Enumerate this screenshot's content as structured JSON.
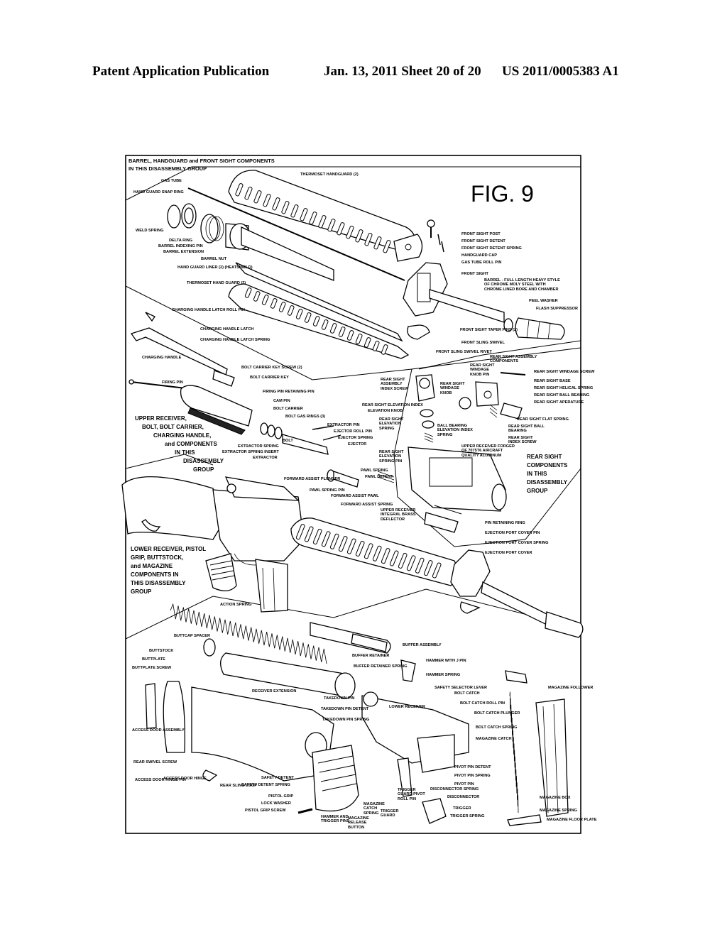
{
  "header": {
    "left": "Patent Application Publication",
    "middle": "Jan. 13, 2011  Sheet 20 of 20",
    "right": "US 2011/0005383 A1"
  },
  "figure": {
    "label": "FIG. 9",
    "groups": {
      "barrel": [
        "BARREL, HANDGUARD and FRONT SIGHT COMPONENTS",
        "IN THIS DISASSEMBLY GROUP"
      ],
      "upper": [
        "UPPER RECEIVER,",
        "BOLT, BOLT CARRIER,",
        "CHARGING HANDLE,",
        "and COMPONENTS",
        "IN THIS",
        "DISASSEMBLY",
        "GROUP"
      ],
      "rear_sight": [
        "REAR SIGHT",
        "COMPONENTS",
        "IN THIS",
        "DISASSEMBLY",
        "GROUP"
      ],
      "lower": [
        "LOWER RECEIVER, PISTOL",
        "GRIP, BUTTSTOCK,",
        "and MAGAZINE",
        "COMPONENTS IN",
        "THIS DISASSEMBLY",
        "GROUP"
      ]
    },
    "barrel_parts": {
      "gas_tube": "GAS TUBE",
      "thermoset_handguard": "THERMOSET HANDGUARD (2)",
      "hand_guard_snap_ring": "HAND GUARD SNAP RING",
      "weld_spring": "WELD SPRING",
      "delta_ring": "DELTA RING",
      "barrel_indexing_pin": "BARREL INDEXING PIN",
      "barrel_extension": "BARREL EXTENSION",
      "barrel_nut": "BARREL NUT",
      "hand_guard_liner": "HAND GUARD LINER (2) (HEATSHIELD)",
      "thermoset_hand_guard": "THERMOSET HAND GUARD (2)",
      "front_sight_post": "FRONT SIGHT POST",
      "front_sight_detent": "FRONT SIGHT DETENT",
      "front_sight_detent_spring": "FRONT SIGHT DETENT SPRING",
      "handguard_cap": "HANDGUARD CAP",
      "gas_tube_roll_pin": "GAS TUBE ROLL PIN",
      "front_sight": "FRONT SIGHT",
      "barrel": "BARREL - FULL LENGTH HEAVY STYLE OF CHROME MOLY STEEL WITH CHROME LINED BORE AND CHAMBER",
      "peel_washer": "PEEL WASHER",
      "flash_suppressor": "FLASH SUPPRESSOR",
      "front_sight_taper_pins": "FRONT SIGHT TAPER PINS (2)",
      "front_sling_swivel": "FRONT SLING SWIVEL",
      "front_sling_swivel_rivet": "FRONT SLING SWIVEL RIVET"
    },
    "upper_parts": {
      "charging_handle_latch_roll_pin": "CHARGING HANDLE LATCH ROLL PIN",
      "charging_handle_latch": "CHARGING HANDLE LATCH",
      "charging_handle_latch_spring": "CHARGING HANDLE LATCH SPRING",
      "charging_handle": "CHARGING HANDLE",
      "bolt_carrier_key_screw": "BOLT CARRIER KEY SCREW (2)",
      "bolt_carrier_key": "BOLT CARRIER KEY",
      "firing_pin": "FIRING PIN",
      "firing_pin_retaining_pin": "FIRING PIN RETAINING PIN",
      "cam_pin": "CAM PIN",
      "bolt_carrier": "BOLT CARRIER",
      "bolt_gas_rings": "BOLT GAS RINGS (3)",
      "extractor_pin": "EXTRACTOR PIN",
      "ejector_roll_pin": "EJECTOR ROLL PIN",
      "ejector_spring": "EJECTOR SPRING",
      "ejector": "EJECTOR",
      "bolt": "BOLT",
      "extractor_spring": "EXTRACTOR SPRING",
      "extractor_spring_insert": "EXTRACTOR SPRING INSERT",
      "extractor": "EXTRACTOR",
      "pawl_spring": "PAWL SPRING",
      "pawl_detent": "PAWL DETENT",
      "forward_assist_plunger": "FORWARD ASSIST PLUNGER",
      "pawl_spring_pin": "PAWL SPRING PIN",
      "forward_assist_pawl": "FORWARD ASSIST PAWL",
      "forward_assist_spring": "FORWARD ASSIST SPRING",
      "upper_receiver_deflector": "UPPER RECEIVER INTEGRAL BRASS DEFLECTOR",
      "upper_receiver_forged": "UPPER RECEIVER FORGED OF 7075T6 AIRCRAFT QUALITY ALUMINUM",
      "pin_retaining_ring": "PIN RETAINING RING",
      "ejection_port_cover_pin": "EJECTION PORT COVER PIN",
      "ejection_port_cover_spring": "EJECTION PORT COVER SPRING",
      "ejection_port_cover": "EJECTION PORT COVER"
    },
    "rear_sight_parts": {
      "rear_sight_assembly_components": "REAR SIGHT ASSEMBLY COMPONENTS",
      "rear_sight_assembly_index_screw": "REAR SIGHT ASSEMBLY INDEX SCREW",
      "rear_sight_windage_knob_pin": "REAR SIGHT WINDAGE KNOB PIN",
      "rear_sight_windage_knob": "REAR SIGHT WINDAGE KNOB",
      "rear_sight_elevation_index": "REAR SIGHT ELEVATION INDEX",
      "elevation_knob": "ELEVATION KNOB",
      "rear_sight_windage_screw": "REAR SIGHT WINDAGE SCREW",
      "rear_sight_base": "REAR SIGHT BASE",
      "rear_sight_helical_spring": "REAR SIGHT HELICAL SPRING",
      "rear_sight_ball_bearing": "REAR SIGHT BALL BEARING",
      "rear_sight_aperature": "REAR SIGHT APERATURE",
      "rear_sight_flat_spring": "REAR SIGHT FLAT SPRING",
      "rear_sight_elevation_spring": "REAR SIGHT ELEVATION SPRING",
      "ball_bearing_elevation_index_spring": "BALL BEARING ELEVATION INDEX SPRING",
      "rear_sight_ball_bearing_2": "REAR SIGHT BALL BEARING",
      "rear_sight_index_screw": "REAR SIGHT INDEX SCREW",
      "rear_sight_elevation_spring_pin": "REAR SIGHT ELEVATION SPRING PIN"
    },
    "lower_parts": {
      "action_spring": "ACTION SPRING",
      "buttcap_spacer": "BUTTCAP SPACER",
      "buttstock": "BUTTSTOCK",
      "buttplate": "BUTTPLATE",
      "buttplate_screw": "BUTTPLATE SCREW",
      "buffer_assembly": "BUFFER ASSEMBLY",
      "buffer_retainer": "BUFFER RETAINER",
      "buffer_retainer_spring": "BUFFER RETAINER SPRING",
      "hammer_with_j_pin": "HAMMER WITH J PIN",
      "hammer_spring": "HAMMER SPRING",
      "safety_selector_lever": "SAFETY SELECTOR LEVER",
      "receiver_extension": "RECEIVER EXTENSION",
      "takedown_pin": "TAKEDOWN PIN",
      "takedown_pin_detent": "TAKEDOWN PIN DETENT",
      "takedown_pin_spring": "TAKEDOWN PIN SPRING",
      "lower_receiver": "LOWER RECEIVER",
      "bolt_catch": "BOLT CATCH",
      "bolt_catch_roll_pin": "BOLT CATCH ROLL PIN",
      "bolt_catch_plunger": "BOLT CATCH PLUNGER",
      "bolt_catch_spring": "BOLT CATCH SPRING",
      "magazine_catch": "MAGAZINE CATCH",
      "magazine_follower": "MAGAZINE FOLLOWER",
      "access_door_assembly": "ACCESS DOOR ASSEMBLY",
      "rear_swivel_screw": "REAR SWIVEL SCREW",
      "access_door_hinge_pin": "ACCESS DOOR HINGE PIN",
      "access_door_hinge": "ACCESS DOOR HINGE",
      "rear_sling_loop": "REAR SLING LOOP",
      "safety_detent": "SAFETY DETENT",
      "safety_detent_spring": "SAFETY DETENT SPRING",
      "pistol_grip": "PISTOL GRIP",
      "lock_washer": "LOCK WASHER",
      "pistol_grip_screw": "PISTOL GRIP SCREW",
      "pivot_pin_detent": "PIVOT PIN DETENT",
      "pivot_pin_spring": "PIVOT PIN SPRING",
      "pivot_pin": "PIVOT PIN",
      "disconnector_spring": "DISCONNECTOR SPRING",
      "disconnector": "DISCONNECTOR",
      "trigger": "TRIGGER",
      "trigger_spring": "TRIGGER SPRING",
      "trigger_guard": "TRIGGER GUARD",
      "trigger_guard_pivot_roll_pin": "TRIGGER GUARD PIVOT ROLL PIN",
      "magazine_catch_spring": "MAGAZINE CATCH SPRING",
      "magazine_release_button": "MAGAZINE RELEASE BUTTON",
      "hammer_and_trigger_pins": "HAMMER AND TRIGGER PINS",
      "magazine_box": "MAGAZINE BOX",
      "magazine_spring": "MAGAZINE SPRING",
      "magazine_floor_plate": "MAGAZINE FLOOR PLATE"
    }
  }
}
